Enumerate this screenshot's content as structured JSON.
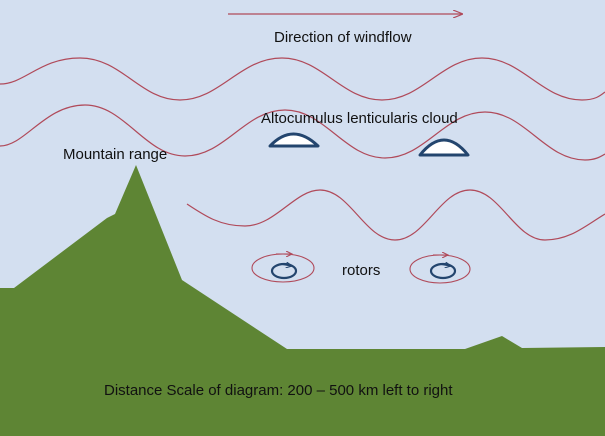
{
  "labels": {
    "direction": "Direction of windflow",
    "cloud": "Altocumulus lenticularis cloud",
    "mountain": "Mountain range",
    "rotors": "rotors",
    "scale": "Distance Scale of diagram: 200 – 500 km left to right"
  },
  "colors": {
    "sky": "#d3dff0",
    "ground": "#5e8534",
    "wave": "#b04a5a",
    "cloud_outline": "#23456e",
    "cloud_fill": "#ffffff",
    "arrow": "#b04a5a"
  }
}
